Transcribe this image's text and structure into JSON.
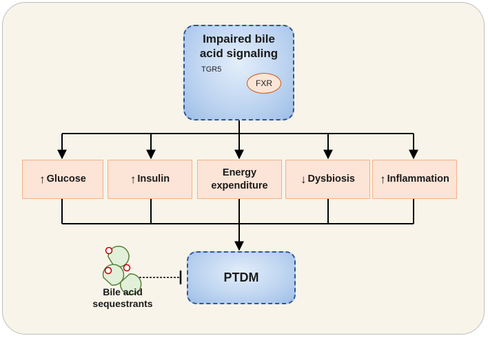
{
  "top_box": {
    "title_line1": "Impaired bile",
    "title_line2": "acid signaling",
    "receptor_1": "TGR5",
    "receptor_2": "FXR"
  },
  "effects": [
    {
      "arrow": "↑",
      "label": "Glucose"
    },
    {
      "arrow": "↑",
      "label": "Insulin"
    },
    {
      "arrow": "",
      "label_line1": "Energy",
      "label_line2": "expenditure"
    },
    {
      "arrow": "↓",
      "label": "Dysbiosis"
    },
    {
      "arrow": "↑",
      "label": "Inflammation"
    }
  ],
  "outcome": {
    "label": "PTDM"
  },
  "therapy": {
    "label_line1": "Bile acid",
    "label_line2": "sequestrants"
  },
  "colors": {
    "accent_blue": "#2f5597",
    "effect_fill": "#fce4d6",
    "effect_border": "#f4b183",
    "inhibit_red": "#c00000"
  }
}
